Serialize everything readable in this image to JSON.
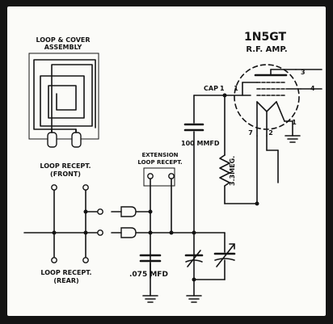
{
  "labels": {
    "loop_cover_line1": "LOOP & COVER",
    "loop_cover_line2": "ASSEMBLY",
    "tube_name": "1N5GT",
    "tube_function": "R.F. AMP.",
    "cap_label": "CAP",
    "pin_1_top": "1",
    "pin_3": "3",
    "pin_4": "4",
    "pin_7": "7",
    "pin_2": "2",
    "pin_1_bottom": "1",
    "cap_100_value": "100 MMFD",
    "resistor_value": "3.3MEG.",
    "ext_loop_line1": "EXTENSION",
    "ext_loop_line2": "LOOP RECEPT.",
    "loop_front_line1": "LOOP RECEPT.",
    "loop_front_line2": "(FRONT)",
    "loop_rear_line1": "LOOP RECEPT.",
    "loop_rear_line2": "(REAR)",
    "cap_075_value": ".075 MFD"
  },
  "colors": {
    "paper": "#fbfbf8",
    "ink": "#141414",
    "border": "#141414"
  }
}
